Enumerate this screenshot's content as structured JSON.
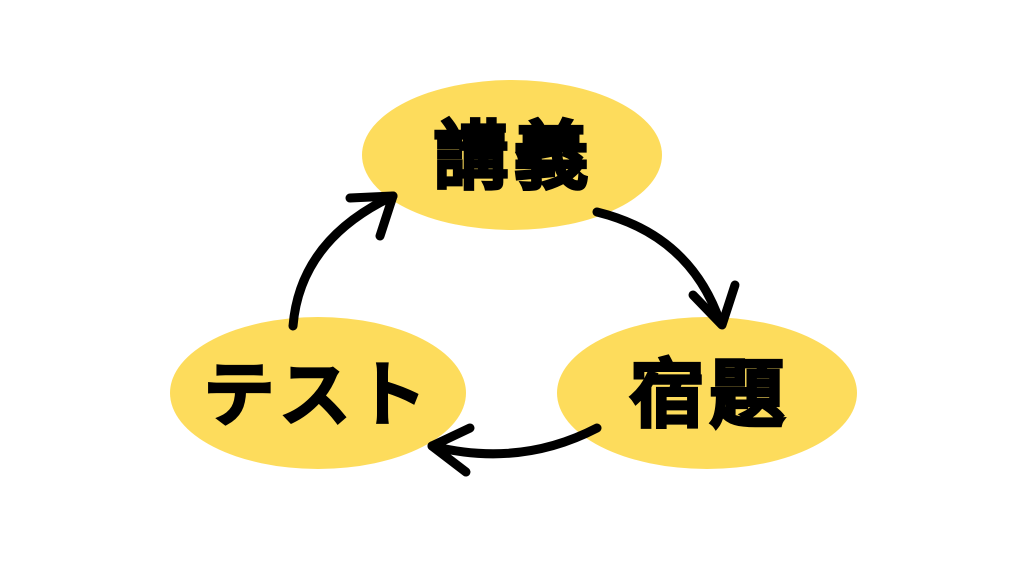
{
  "colors": {
    "node_fill": "#FDDC5C",
    "arrow": "#000000",
    "text": "#000000"
  },
  "nodes": [
    {
      "id": "lecture",
      "label": "講義"
    },
    {
      "id": "homework",
      "label": "宿題"
    },
    {
      "id": "test",
      "label": "テスト"
    }
  ],
  "edges": [
    {
      "from": "lecture",
      "to": "homework"
    },
    {
      "from": "homework",
      "to": "test"
    },
    {
      "from": "test",
      "to": "lecture"
    }
  ]
}
